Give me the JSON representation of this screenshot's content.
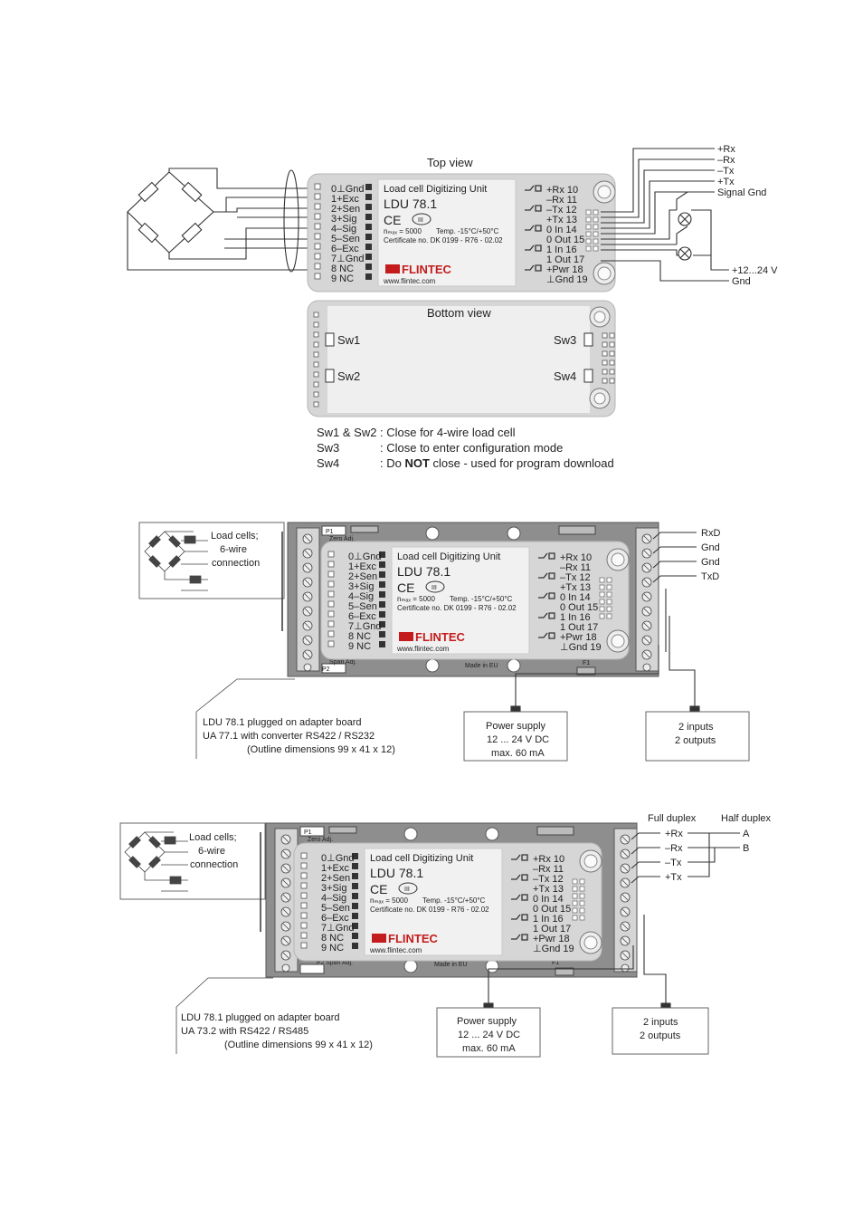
{
  "colors": {
    "module_body": "#d6d6d6",
    "label_panel": "#f1f1f1",
    "brand_red": "#c41c1c",
    "wire": "#333333"
  },
  "top_section": {
    "top_view_title": "Top view",
    "bottom_view_title": "Bottom view",
    "right_signals": [
      "+Rx",
      "–Rx",
      "–Tx",
      "+Tx",
      "Signal Gnd"
    ],
    "power_labels": [
      "+12...24 V",
      "Gnd"
    ],
    "switches": [
      "Sw1",
      "Sw2",
      "Sw3",
      "Sw4"
    ],
    "legend": [
      {
        "key": "Sw1 & Sw2",
        "text": ": Close for 4-wire load cell",
        "bold": "",
        "tail": ""
      },
      {
        "key": "Sw3",
        "text": ": Close to enter configuration mode",
        "bold": "",
        "tail": ""
      },
      {
        "key": "Sw4",
        "text": ": Do ",
        "bold": "NOT",
        "tail": " close - used for program download"
      }
    ]
  },
  "module": {
    "title": "Load cell Digitizing Unit",
    "model": "LDU 78.1",
    "nmax": "nₘₐₓ = 5000",
    "temp": "Temp. -15°C/+50°C",
    "certificate": "Certificate no. DK 0199 - R76 - 02.02",
    "ce_mark": "CE",
    "class_mark": "III",
    "brand": "FLINTEC",
    "website": "www.flintec.com",
    "left_pins": [
      "0⊥Gnd",
      "1+Exc",
      "2+Sen",
      "3+Sig",
      "4–Sig",
      "5–Sen",
      "6–Exc",
      "7⊥Gnd",
      "8  NC",
      "9  NC"
    ],
    "right_pins": [
      "+Rx  10",
      "–Rx  11",
      "–Tx  12",
      "+Tx  13",
      "0 In  14",
      "0 Out 15",
      "1 In  16",
      "1 Out 17",
      "+Pwr 18",
      "⊥Gnd 19"
    ]
  },
  "adapter_board": {
    "zero_adj": "Zero Adj.",
    "span_adj": "Span Adj.",
    "made_in": "Made in EU",
    "fuse": "F1",
    "p1": "P1",
    "p2": "P2"
  },
  "middle_section": {
    "load_cell_label": [
      "Load cells;",
      "6-wire",
      "connection"
    ],
    "serial_labels": [
      "RxD",
      "Gnd",
      "Gnd",
      "TxD"
    ],
    "caption": [
      "LDU 78.1 plugged on adapter board",
      "UA 77.1   with converter RS422 / RS232",
      "(Outline dimensions 99 x 41 x 12)"
    ],
    "power_box": [
      "Power supply",
      "12 ... 24 V DC",
      "max. 60 mA"
    ],
    "io_box": [
      "2 inputs",
      "2 outputs"
    ]
  },
  "bottom_section": {
    "load_cell_label": [
      "Load cells;",
      "6-wire",
      "connection"
    ],
    "full_duplex_title": "Full duplex",
    "half_duplex_title": "Half duplex",
    "full_duplex_labels": [
      "+Rx",
      "–Rx",
      "–Tx",
      "+Tx"
    ],
    "half_duplex_labels": [
      "A",
      "B"
    ],
    "caption": [
      "LDU 78.1 plugged on adapter board",
      "UA 73.2   with RS422 / RS485",
      "(Outline dimensions 99 x 41 x 12)"
    ],
    "power_box": [
      "Power supply",
      "12 ... 24 V DC",
      "max. 60 mA"
    ],
    "io_box": [
      "2 inputs",
      "2 outputs"
    ]
  }
}
